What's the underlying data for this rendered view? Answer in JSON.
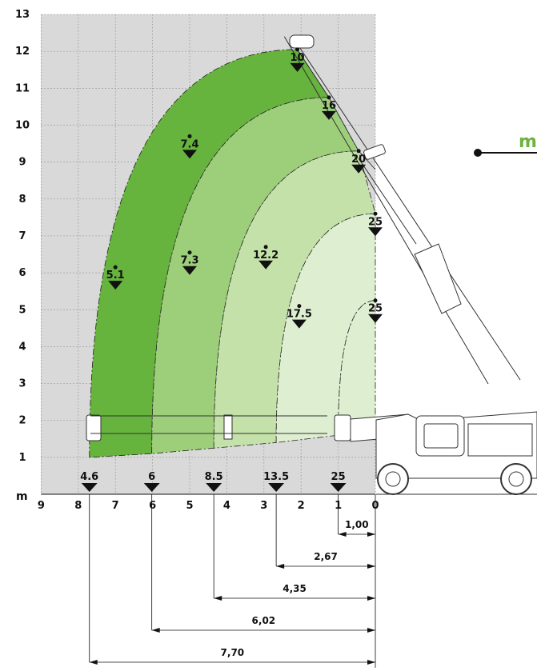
{
  "chart_data": {
    "type": "area",
    "title": "",
    "xlabel": "",
    "ylabel": "m",
    "xlim": [
      9,
      0
    ],
    "ylim": [
      0,
      13
    ],
    "grid": true,
    "x_ticks": [
      "9",
      "8",
      "7",
      "6",
      "5",
      "4",
      "3",
      "2",
      "1",
      "0"
    ],
    "y_ticks": [
      "1",
      "2",
      "3",
      "4",
      "5",
      "6",
      "7",
      "8",
      "9",
      "10",
      "11",
      "12",
      "13"
    ],
    "unit_label": "m",
    "brand_text": "m",
    "colors": {
      "zone1": "#66b33d",
      "zone2": "#9dcf7b",
      "zone3": "#c3e1a8",
      "zone4": "#deeed0",
      "plot_bg": "#d9d9d9",
      "marker": "#111111"
    },
    "load_zones": [
      {
        "capacity_t": "4.6",
        "max_radius_m": 7.7,
        "max_height_m": 12.1
      },
      {
        "capacity_t": "6",
        "max_radius_m": 6.02,
        "max_height_m": 10.8
      },
      {
        "capacity_t": "8.5",
        "max_radius_m": 4.35,
        "max_height_m": 9.35
      },
      {
        "capacity_t": "13.5",
        "max_radius_m": 2.67,
        "max_height_m": 7.6
      },
      {
        "capacity_t": "25",
        "max_radius_m": 1.0,
        "max_height_m": 5.25
      }
    ],
    "capacity_labels": [
      {
        "text": "10",
        "x": 2.1,
        "y": 12.05
      },
      {
        "text": "16",
        "x": 1.25,
        "y": 10.75
      },
      {
        "text": "7.4",
        "x": 5.0,
        "y": 9.7
      },
      {
        "text": "20",
        "x": 0.45,
        "y": 9.3
      },
      {
        "text": "25",
        "x": 0.0,
        "y": 7.6
      },
      {
        "text": "5.1",
        "x": 7.0,
        "y": 6.15
      },
      {
        "text": "7.3",
        "x": 5.0,
        "y": 6.55
      },
      {
        "text": "12.2",
        "x": 2.95,
        "y": 6.7
      },
      {
        "text": "17.5",
        "x": 2.05,
        "y": 5.1
      },
      {
        "text": "25",
        "x": 0.0,
        "y": 5.25
      }
    ],
    "base_capacity_labels": [
      {
        "text": "4.6",
        "x": 7.7
      },
      {
        "text": "6",
        "x": 6.02
      },
      {
        "text": "8.5",
        "x": 4.35
      },
      {
        "text": "13.5",
        "x": 2.67
      },
      {
        "text": "25",
        "x": 1.0
      }
    ],
    "radius_dimensions": [
      {
        "text": "1,00",
        "x": 1.0
      },
      {
        "text": "2,67",
        "x": 2.67
      },
      {
        "text": "4,35",
        "x": 4.35
      },
      {
        "text": "6,02",
        "x": 6.02
      },
      {
        "text": "7,70",
        "x": 7.7
      }
    ]
  }
}
